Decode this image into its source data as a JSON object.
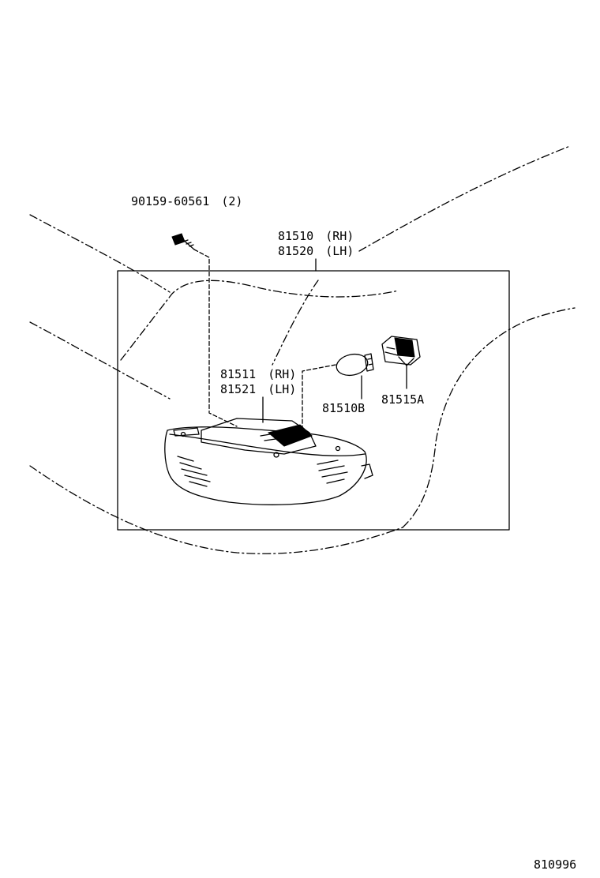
{
  "parts": {
    "screw": {
      "number": "90159-60561",
      "qty": "(2)"
    },
    "lamp_rh": {
      "number": "81510",
      "side": "(RH)"
    },
    "lamp_lh": {
      "number": "81520",
      "side": "(LH)"
    },
    "lens_rh": {
      "number": "81511",
      "side": "(RH)"
    },
    "lens_lh": {
      "number": "81521",
      "side": "(LH)"
    },
    "bulb": {
      "number": "81510B"
    },
    "socket": {
      "number": "81515A"
    }
  },
  "diagram_id": "810996",
  "colors": {
    "ink": "#000000",
    "background": "#ffffff"
  }
}
